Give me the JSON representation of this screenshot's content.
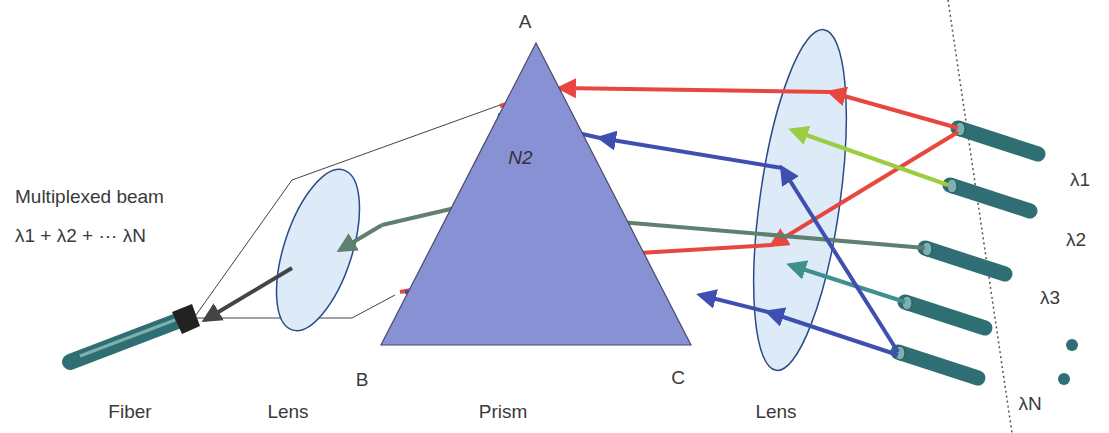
{
  "diagram": {
    "nodes": [
      {
        "text": [
          "N2"
        ]
      }
    ],
    "labels": [
      "A",
      "B",
      "C",
      "Multiplexed beam",
      "λ1 + λ2 + ··· λN",
      "Fiber",
      "Lens",
      "Prism",
      "Lens",
      "λ1",
      "λ2",
      "λ3",
      "λN"
    ]
  }
}
